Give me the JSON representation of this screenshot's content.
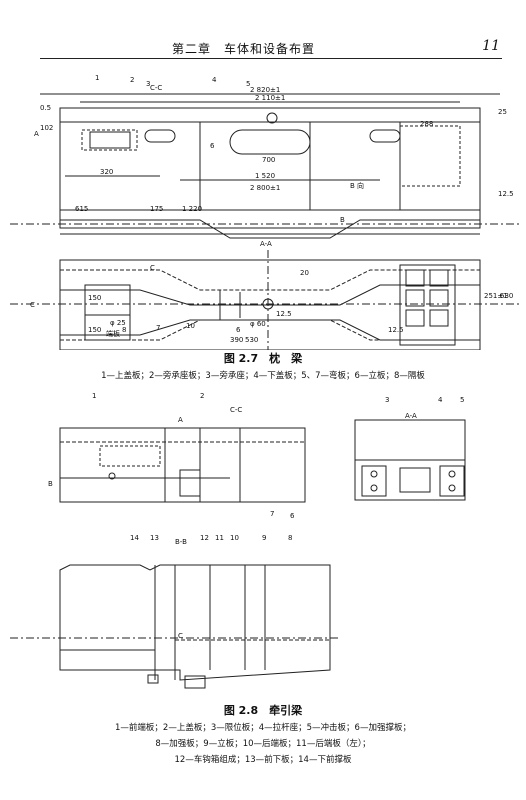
{
  "header": {
    "chapter_title": "第二章　车体和设备布置",
    "page_number": "11"
  },
  "fig27": {
    "caption": "图 2.7　枕　梁",
    "legend": "1—上盖板；2—旁承座板；3—旁承座；4—下盖板；5、7—弯板；6—立板；8—隔板",
    "callouts": [
      "1",
      "2",
      "3",
      "4",
      "5",
      "6",
      "7",
      "8",
      "6",
      "10"
    ],
    "section_cc": "C-C",
    "section_aa": "A-A",
    "dims": {
      "d2820": "2 820±1",
      "d2110": "2 110±1",
      "d288": "288",
      "d320": "320",
      "d700": "700",
      "d1520": "1 520",
      "d2800": "2 800±1",
      "d615": "615",
      "d175": "175",
      "d1220": "1 220",
      "d390": "390",
      "d530": "530",
      "d251": "251±1",
      "d630": "630",
      "d150": "150",
      "d150b": "150",
      "d25": "25",
      "d12_5": "12.5",
      "d0_5": "0.5",
      "d102": "102",
      "d20": "20",
      "phi25": "φ 25",
      "phi60": "φ 60",
      "r12_5": "12.5",
      "r12_5b": "12.5",
      "wb": "端板",
      "a_label": "A",
      "b_label": "B",
      "b_dir": "B 向",
      "c_label": "C",
      "c_label2": "C"
    }
  },
  "fig28": {
    "caption": "图 2.8　牵引梁",
    "legend_lines": [
      "1—前端板；2—上盖板；3—限位板；4—拉杆座；5—冲击板；6—加强撑板；",
      "8—加强板；9—立板；10—后端板；11—后端板（左）；",
      "12—车钩箱组成；13—前下板；14—下前撑板"
    ],
    "section_cc": "C-C",
    "section_aa": "A-A",
    "section_bb": "B-B",
    "callouts_top": [
      "1",
      "2",
      "3",
      "4",
      "5",
      "6",
      "7"
    ],
    "callouts_bottom": [
      "14",
      "13",
      "12",
      "11",
      "10",
      "9",
      "8"
    ],
    "labels": {
      "a": "A",
      "b": "B",
      "c": "C"
    }
  }
}
